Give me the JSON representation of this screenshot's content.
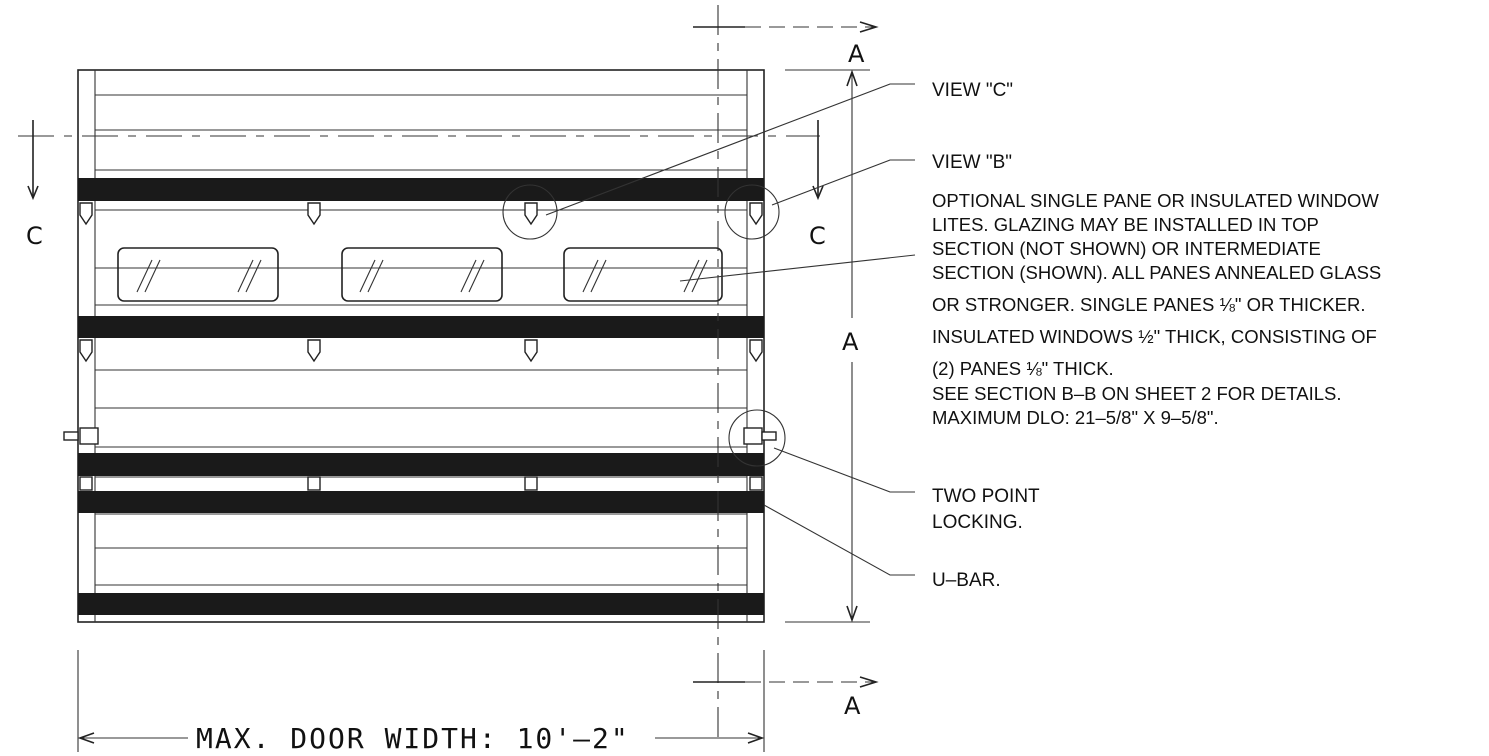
{
  "section_labels": {
    "a_top": "A",
    "a_bottom": "A",
    "a_height": "A",
    "c_left": "C",
    "c_right": "C"
  },
  "callouts": {
    "view_c": "VIEW \"C\"",
    "view_b": "VIEW \"B\"",
    "two_point_locking": [
      "TWO POINT",
      "LOCKING."
    ],
    "u_bar": "U–BAR."
  },
  "glazing_note": [
    "OPTIONAL SINGLE PANE OR INSULATED WINDOW",
    "LITES. GLAZING MAY BE INSTALLED IN TOP",
    "SECTION (NOT SHOWN) OR INTERMEDIATE",
    "SECTION (SHOWN). ALL PANES ANNEALED GLASS",
    "OR STRONGER. SINGLE PANES ⅛\" OR THICKER.",
    "INSULATED WINDOWS ½\" THICK, CONSISTING OF",
    "(2) PANES ⅛\" THICK.",
    "SEE SECTION B–B ON SHEET 2 FOR DETAILS.",
    "MAXIMUM DLO: 21–5/8\" X 9–5/8\"."
  ],
  "width_dimension": "MAX. DOOR WIDTH: 10'–2\"",
  "colors": {
    "ink": "#1a1a1a",
    "background": "#ffffff"
  }
}
